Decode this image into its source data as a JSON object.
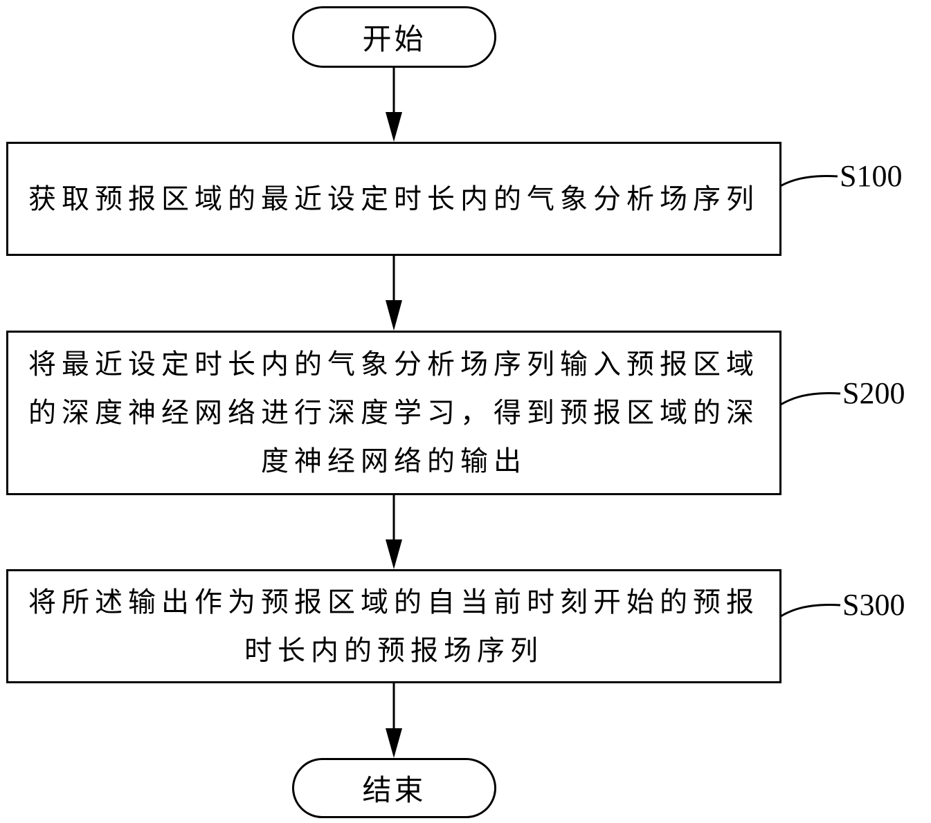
{
  "flowchart": {
    "start": "开始",
    "end": "结束",
    "steps": [
      {
        "id": "S100",
        "text": "获取预报区域的最近设定时长内的气象分析场序列"
      },
      {
        "id": "S200",
        "text": "将最近设定时长内的气象分析场序列输入预报区域的深度神经网络进行深度学习，得到预报区域的深度神经网络的输出"
      },
      {
        "id": "S300",
        "text": "将所述输出作为预报区域的自当前时刻开始的预报时长内的预报场序列"
      }
    ]
  }
}
